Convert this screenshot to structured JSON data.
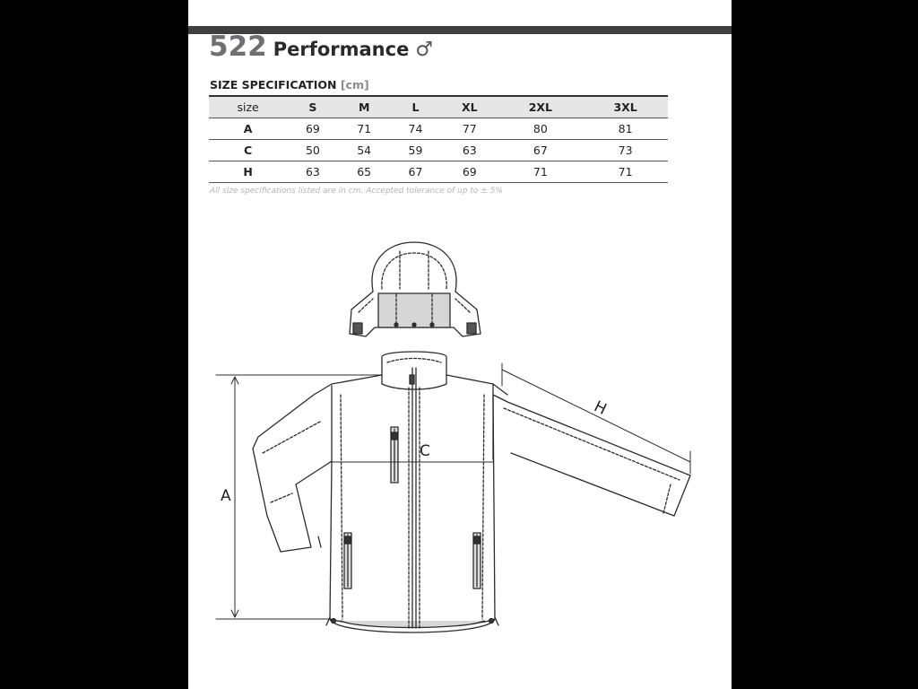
{
  "header": {
    "model_number": "522",
    "model_name": "Performance",
    "gender_symbol": "♂"
  },
  "spec": {
    "title": "SIZE SPECIFICATION",
    "unit": "[cm]",
    "columns": [
      "size",
      "S",
      "M",
      "L",
      "XL",
      "2XL",
      "3XL"
    ],
    "rows": [
      {
        "label": "A",
        "values": [
          "69",
          "71",
          "74",
          "77",
          "80",
          "81"
        ]
      },
      {
        "label": "C",
        "values": [
          "50",
          "54",
          "59",
          "63",
          "67",
          "73"
        ]
      },
      {
        "label": "H",
        "values": [
          "63",
          "65",
          "67",
          "69",
          "71",
          "71"
        ]
      }
    ],
    "note": "All size specifications listed are in cm. Accepted tolerance of up to ± 5%"
  },
  "drawing": {
    "labels": {
      "a": "A",
      "c": "C",
      "h": "H"
    }
  }
}
